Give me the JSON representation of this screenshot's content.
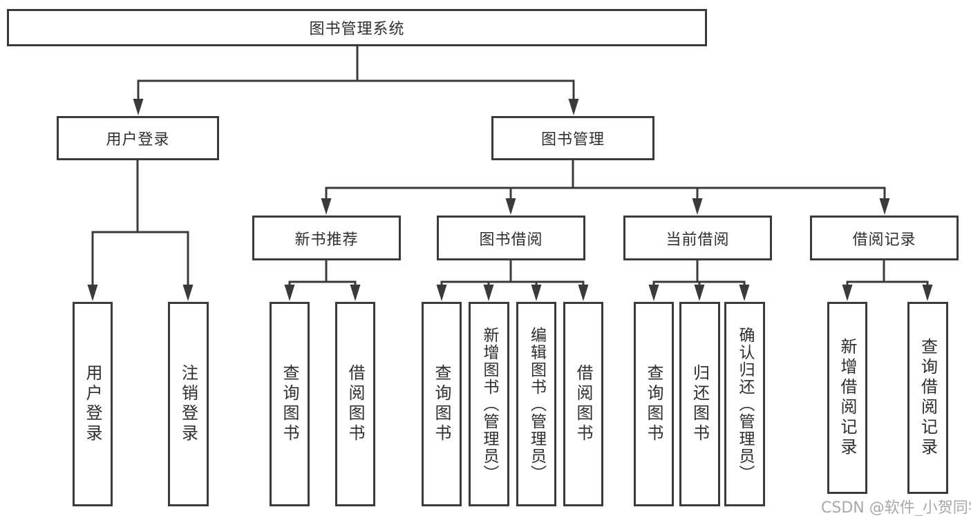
{
  "diagram": {
    "title": "图书管理系统",
    "level2": [
      {
        "label": "用户登录"
      },
      {
        "label": "图书管理"
      }
    ],
    "level3": [
      {
        "label": "新书推荐"
      },
      {
        "label": "图书借阅"
      },
      {
        "label": "当前借阅"
      },
      {
        "label": "借阅记录"
      }
    ],
    "leaves": {
      "user_login": [
        "用户登录",
        "注销登录"
      ],
      "new_book": [
        "查询图书",
        "借阅图书"
      ],
      "book_borrow": [
        "查询图书",
        "新增图书（管理员）",
        "编辑图书（管理员）",
        "借阅图书"
      ],
      "current_borrow": [
        "查询图书",
        "归还图书",
        "确认归还（管理员）"
      ],
      "borrow_record": [
        "新增借阅记录",
        "查询借阅记录"
      ]
    }
  },
  "watermark": {
    "text": "CSDN @软件_小贺同学",
    "color": "#a8a8a8"
  },
  "colors": {
    "background": "#ffffff",
    "line": "#3a3a3a",
    "box_border": "#3a3a3a",
    "text": "#2e2e2e"
  }
}
